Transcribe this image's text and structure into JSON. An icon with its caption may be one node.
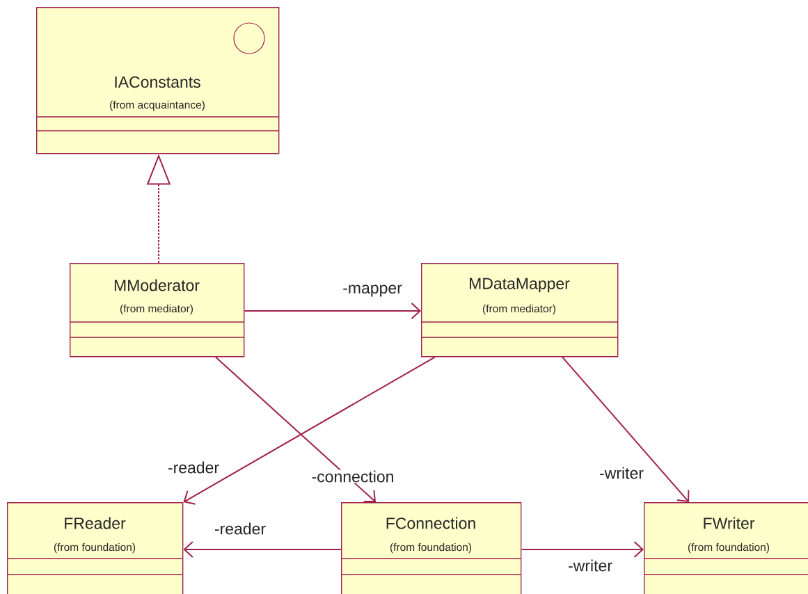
{
  "diagram": {
    "nodes": [
      {
        "text": [
          "IAConstants",
          "(from acquaintance)"
        ]
      },
      {
        "text": [
          "MModerator",
          "(from mediator)"
        ]
      },
      {
        "text": [
          "MDataMapper",
          "(from mediator)"
        ]
      },
      {
        "text": [
          "FReader",
          "(from foundation)"
        ]
      },
      {
        "text": [
          "FConnection",
          "(from foundation)"
        ]
      },
      {
        "text": [
          "FWriter",
          "(from foundation)"
        ]
      }
    ],
    "edges": [
      {
        "from": 1,
        "to": 0,
        "arrow": "to",
        "style": "dashed"
      },
      {
        "from": 1,
        "to": 2,
        "arrow": "to",
        "label": "-mapper"
      },
      {
        "from": 1,
        "to": 4,
        "arrow": "to",
        "label": "-connection"
      },
      {
        "from": 2,
        "to": 3,
        "arrow": "to",
        "label": "-reader"
      },
      {
        "from": 2,
        "to": 5,
        "arrow": "to",
        "label": "-writer"
      },
      {
        "from": 4,
        "to": 3,
        "arrow": "to",
        "label": "-reader"
      },
      {
        "from": 4,
        "to": 5,
        "arrow": "to",
        "label": "-writer"
      }
    ]
  }
}
